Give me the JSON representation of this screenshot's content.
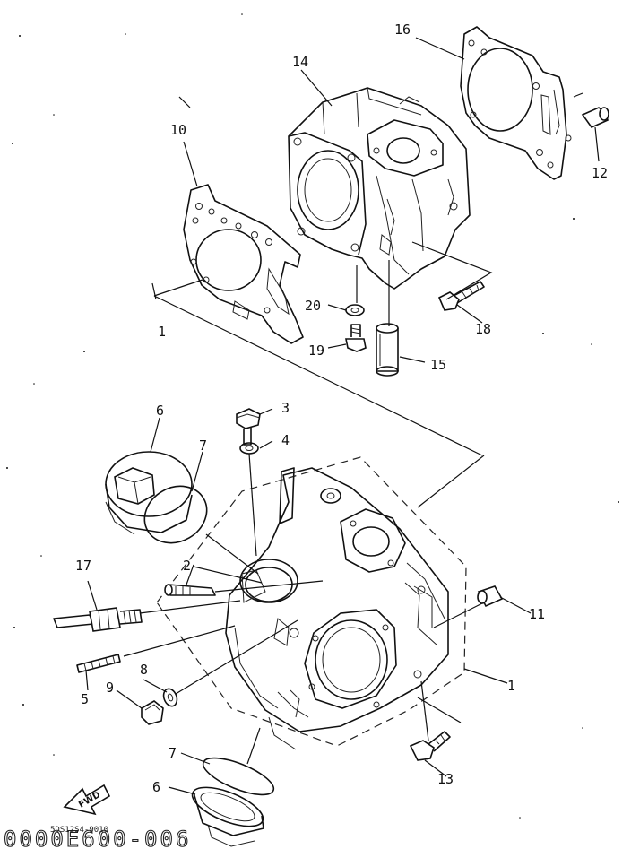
{
  "callouts": {
    "n1": "1",
    "n1b": "1",
    "n2": "2",
    "n3": "3",
    "n4": "4",
    "n5": "5",
    "n6": "6",
    "n6b": "6",
    "n7": "7",
    "n7b": "7",
    "n8": "8",
    "n9": "9",
    "n10": "10",
    "n11": "11",
    "n12": "12",
    "n13": "13",
    "n14": "14",
    "n15": "15",
    "n16": "16",
    "n17": "17",
    "n18": "18",
    "n19": "19",
    "n20": "20"
  },
  "fwd_label": "FWD",
  "drawing_code_small": "5DS12S4-9010",
  "drawing_code_big": "0000E600-006",
  "icons": [
    "fwd-arrow-icon"
  ]
}
